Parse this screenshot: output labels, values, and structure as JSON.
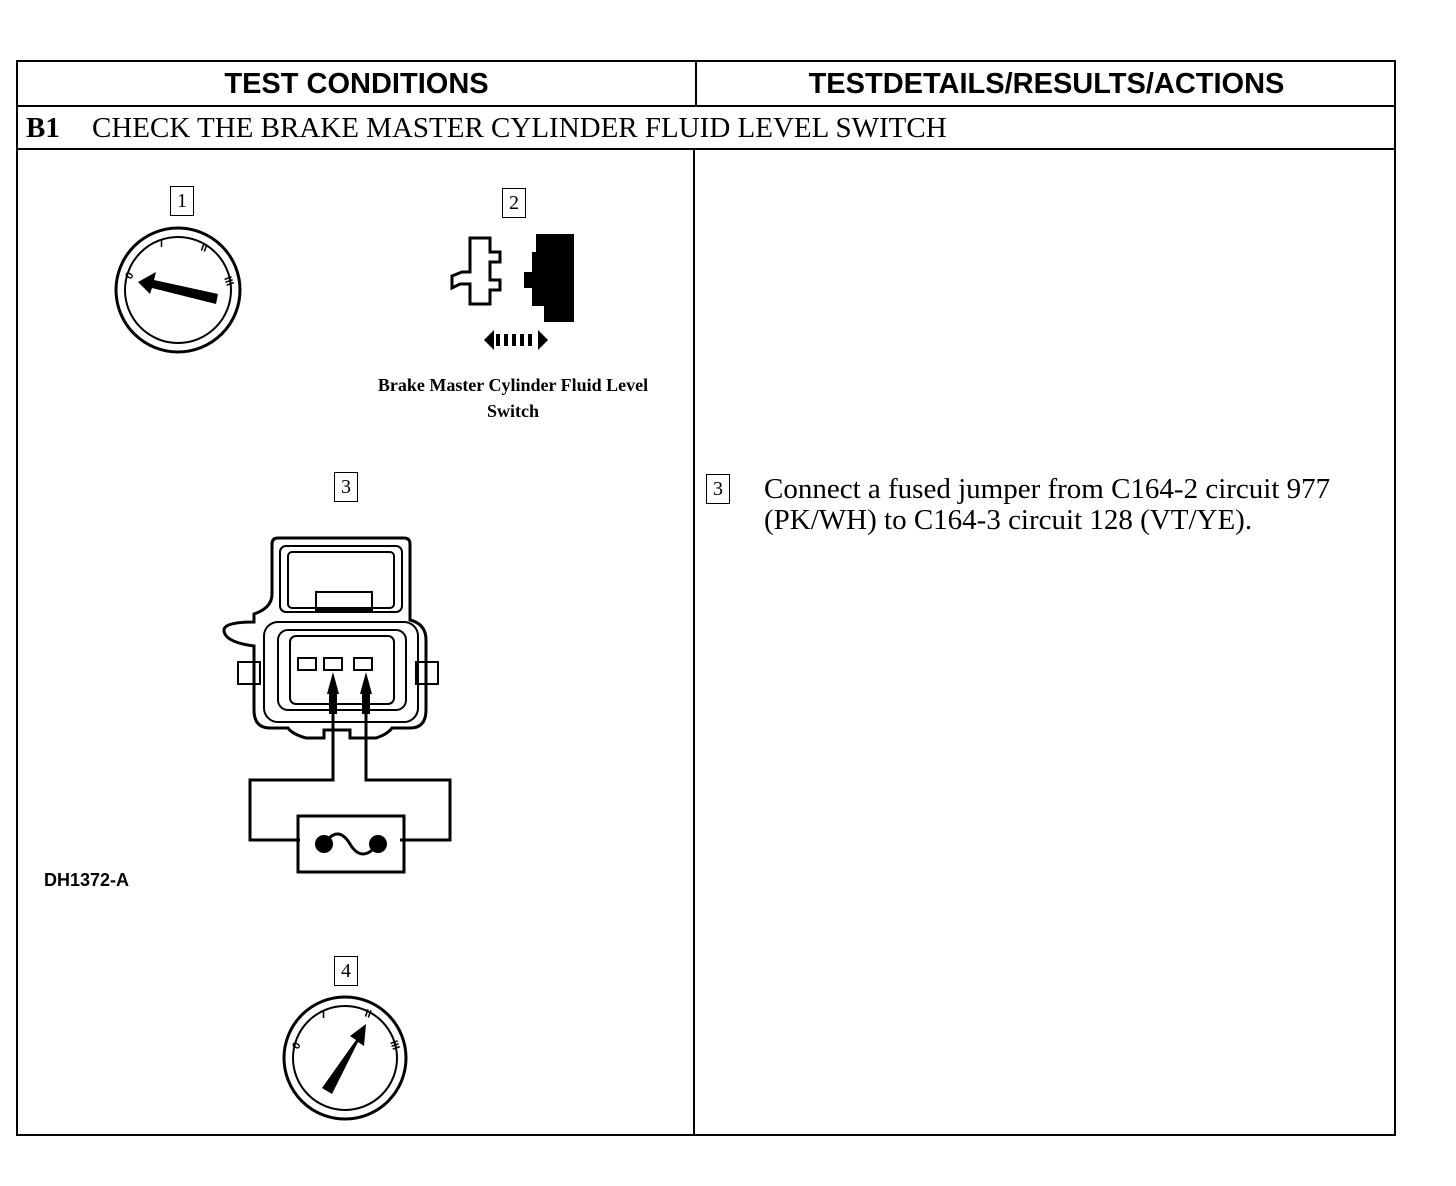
{
  "header": {
    "left_title": "TEST CONDITIONS",
    "right_title": "TESTDETAILS/RESULTS/ACTIONS"
  },
  "section": {
    "code": "B1",
    "title": "CHECK THE BRAKE MASTER CYLINDER FLUID LEVEL SWITCH"
  },
  "steps": {
    "s1": "1",
    "s2": "2",
    "s3": "3",
    "s4": "4"
  },
  "connector_caption_line1": "Brake Master Cylinder Fluid Level",
  "connector_caption_line2": "Switch",
  "figure_id": "DH1372-A",
  "ignition_labels": {
    "off": "0",
    "one": "I",
    "two": "II",
    "three": "III"
  },
  "action": {
    "step": "3",
    "line1": "Connect a fused jumper from C164-2 circuit 977",
    "line2": "(PK/WH) to C164-3 circuit 128 (VT/YE)."
  }
}
